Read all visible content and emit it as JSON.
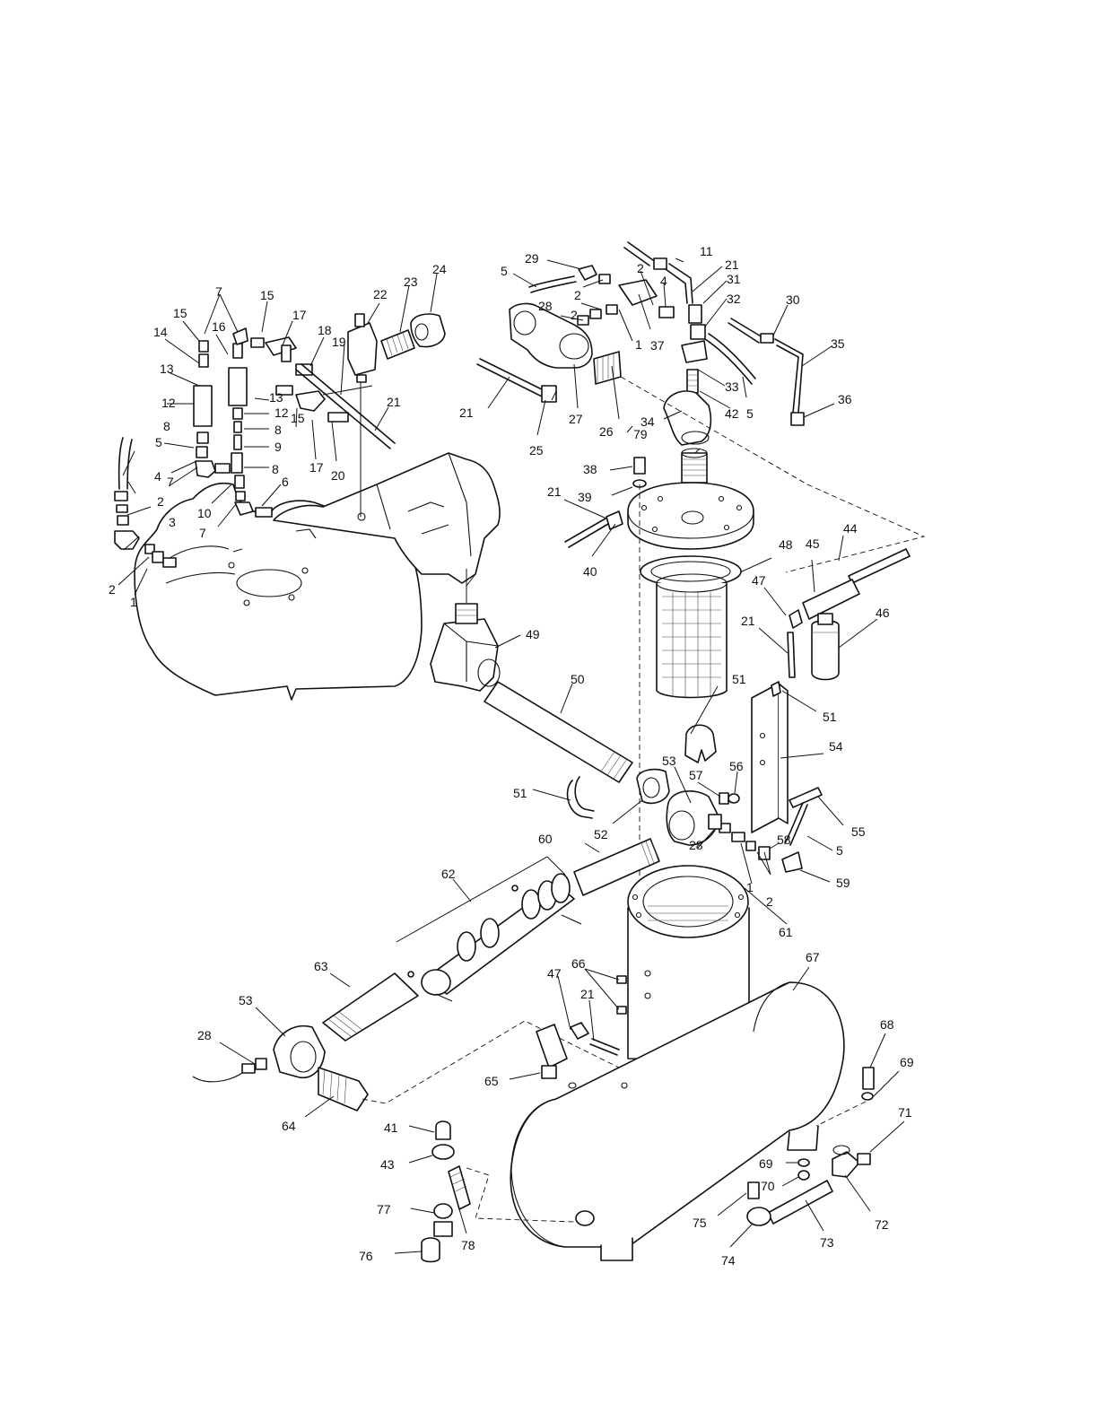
{
  "callout_numbers": [
    "1",
    "2",
    "3",
    "4",
    "5",
    "6",
    "7",
    "8",
    "9",
    "10",
    "11",
    "12",
    "13",
    "14",
    "15",
    "16",
    "17",
    "18",
    "19",
    "20",
    "21",
    "22",
    "23",
    "24",
    "25",
    "26",
    "27",
    "28",
    "29",
    "30",
    "31",
    "32",
    "33",
    "34",
    "35",
    "36",
    "37",
    "38",
    "39",
    "40",
    "41",
    "42",
    "43",
    "44",
    "45",
    "46",
    "47",
    "48",
    "49",
    "50",
    "51",
    "52",
    "53",
    "54",
    "55",
    "56",
    "57",
    "58",
    "59",
    "60",
    "61",
    "62",
    "63",
    "64",
    "65",
    "66",
    "67",
    "68",
    "69",
    "70",
    "71",
    "72",
    "73",
    "74",
    "75",
    "76",
    "77",
    "78",
    "79"
  ],
  "colors": {
    "line": "#111111",
    "background": "#ffffff"
  }
}
